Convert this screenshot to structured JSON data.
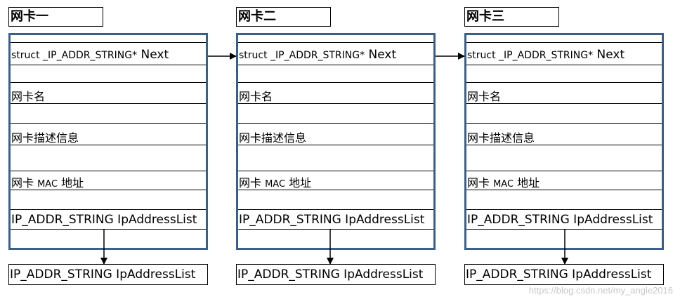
{
  "cards": [
    {
      "title": "网卡一",
      "next_prefix": "struct _IP_ADDR_STRING*",
      "next_suffix": " Next",
      "name": "网卡名",
      "description": "网卡描述信息",
      "mac_prefix": "网卡 ",
      "mac_code": "MAC",
      "mac_suffix": " 地址",
      "address_list": "IP_ADDR_STRING IpAddressList",
      "bottom": "IP_ADDR_STRING IpAddressList"
    },
    {
      "title": "网卡二",
      "next_prefix": "struct _IP_ADDR_STRING*",
      "next_suffix": " Next",
      "name": "网卡名",
      "description": "网卡描述信息",
      "mac_prefix": "网卡 ",
      "mac_code": "MAC",
      "mac_suffix": " 地址",
      "address_list": "IP_ADDR_STRING IpAddressList",
      "bottom": "IP_ADDR_STRING IpAddressList"
    },
    {
      "title": "网卡三",
      "next_prefix": "struct _IP_ADDR_STRING*",
      "next_suffix": " Next",
      "name": "网卡名",
      "description": "网卡描述信息",
      "mac_prefix": "网卡 ",
      "mac_code": "MAC",
      "mac_suffix": " 地址",
      "address_list": "IP_ADDR_STRING IpAddressList",
      "bottom": "IP_ADDR_STRING IpAddressList"
    }
  ],
  "watermark": "https://blog.csdn.net/my_angle2016",
  "colors": {
    "card_border": "#3a5f8a",
    "line": "#000000",
    "watermark": "#c8c8c8"
  }
}
